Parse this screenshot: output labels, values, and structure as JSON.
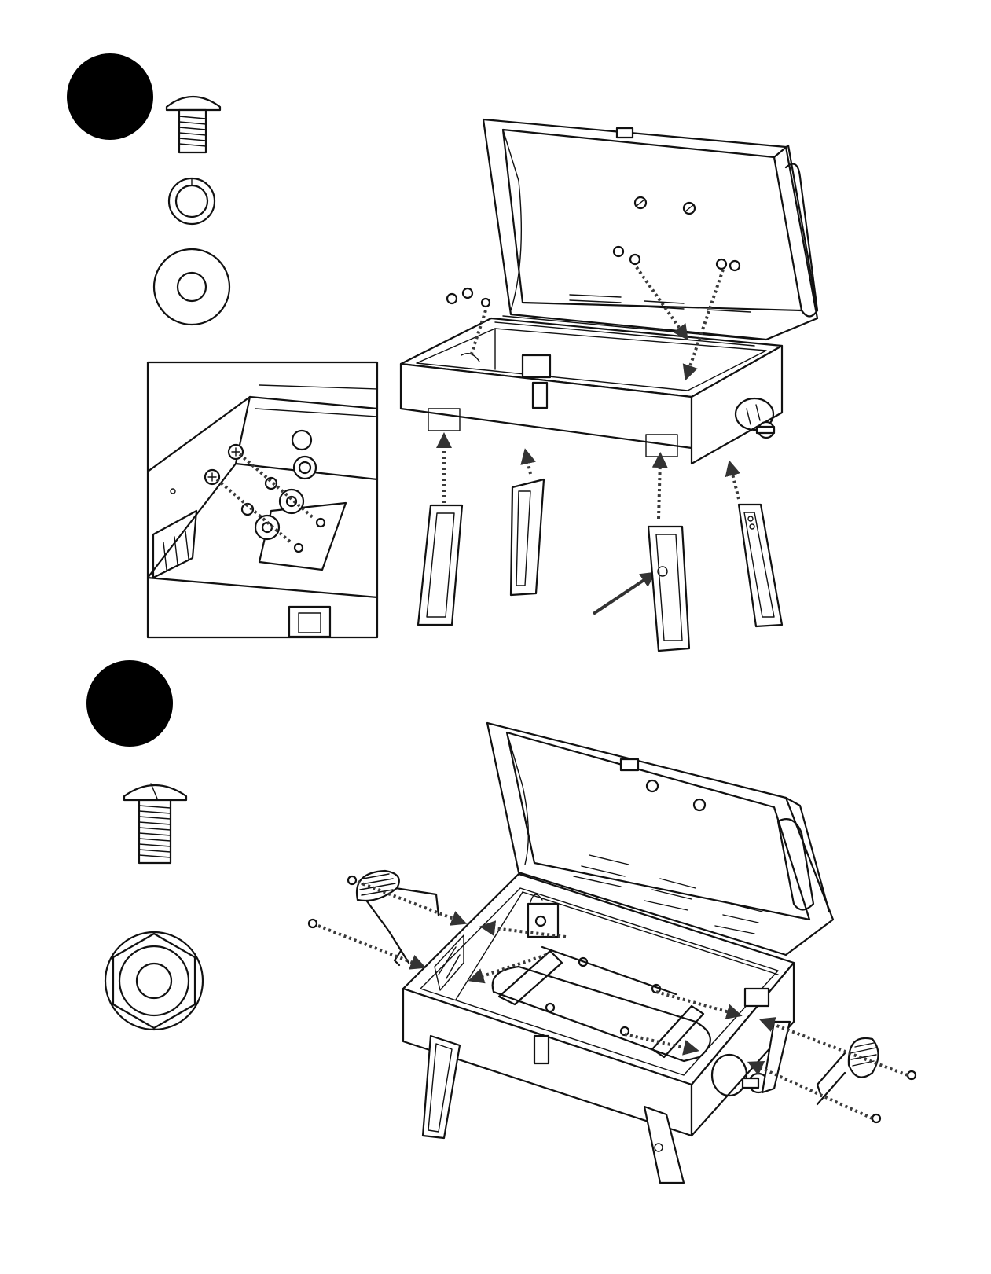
{
  "colors": {
    "ink": "#111111",
    "arrow": "#333333",
    "paper": "#ffffff"
  },
  "steps": [
    {
      "marker": "step-circle",
      "parts": [
        "carriage-bolt-icon",
        "lock-washer-icon",
        "flat-washer-icon"
      ],
      "illustration": "grill-leg-attachment"
    },
    {
      "marker": "step-circle",
      "parts": [
        "carriage-bolt-icon",
        "hex-nut-icon"
      ],
      "illustration": "grill-handle-attachment"
    }
  ]
}
